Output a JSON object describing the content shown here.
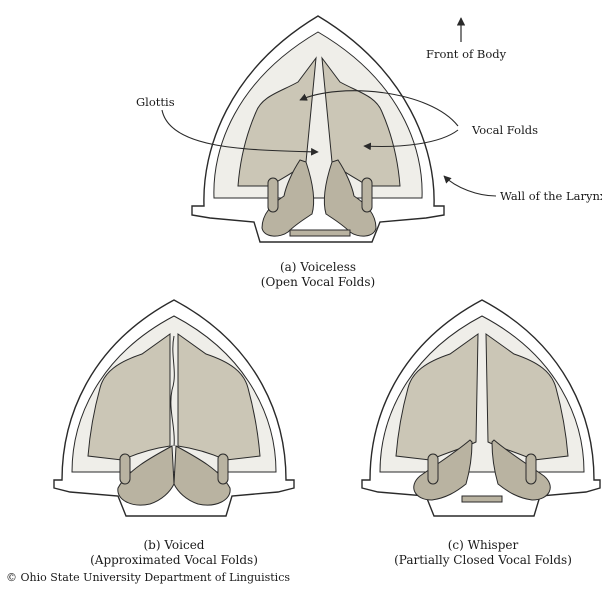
{
  "labels": {
    "front": "Front of Body",
    "glottis": "Glottis",
    "vocal_folds": "Vocal Folds",
    "wall": "Wall of the Larynx"
  },
  "captions": {
    "a_line1": "(a) Voiceless",
    "a_line2": "(Open Vocal Folds)",
    "b_line1": "(b) Voiced",
    "b_line2": "(Approximated Vocal Folds)",
    "c_line1": "(c) Whisper",
    "c_line2": "(Partially Closed Vocal Folds)"
  },
  "copyright": "© Ohio State University Department of Linguistics",
  "colors": {
    "outline": "#2a2a2a",
    "wall_fill": "#efeee9",
    "fold_fill": "#cbc6b6",
    "arytenoid_fill": "#b9b3a1",
    "background": "#ffffff"
  }
}
